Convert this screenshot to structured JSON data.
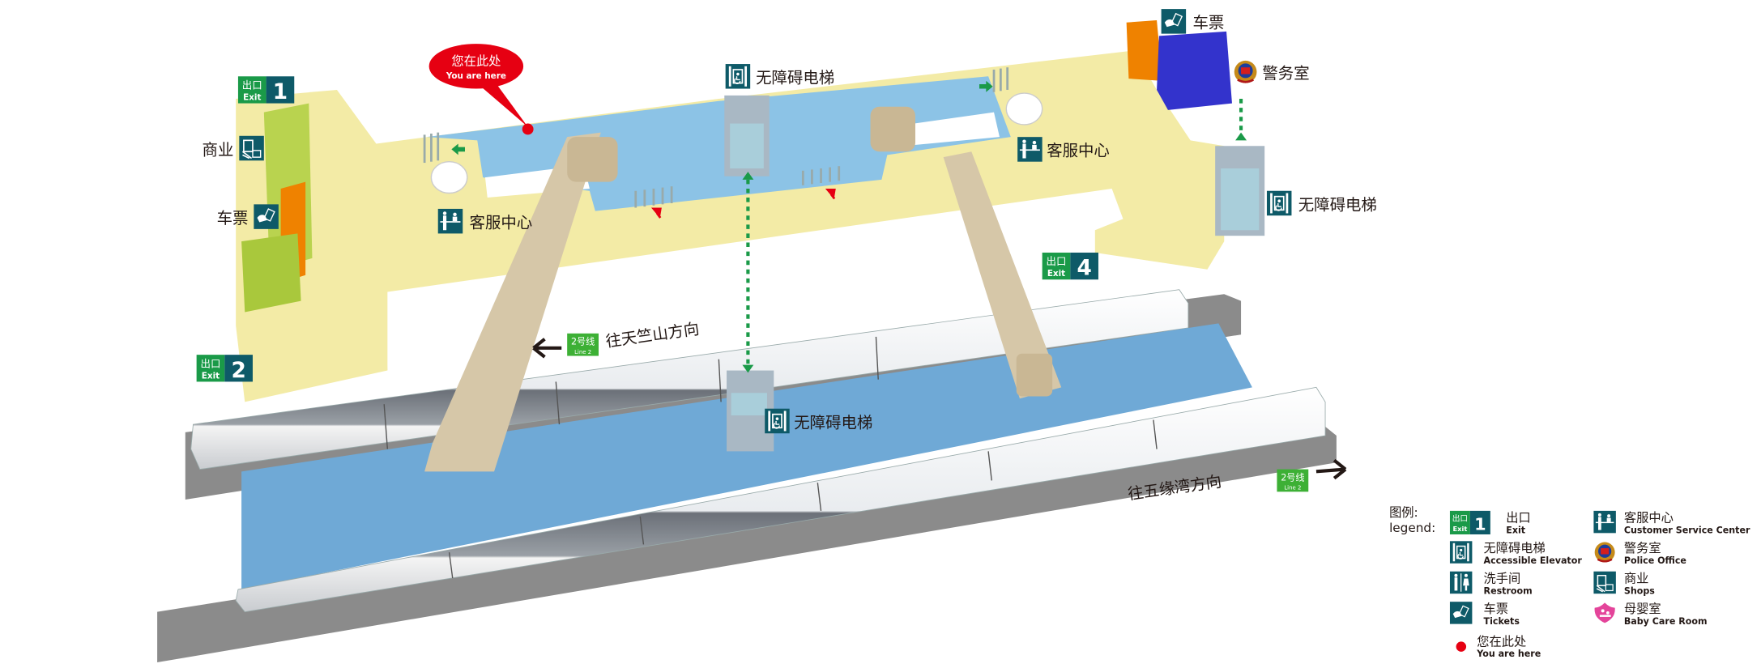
{
  "map": {
    "you_are_here": {
      "zh": "您在此处",
      "en": "You are here"
    },
    "exits": [
      {
        "zh": "出口",
        "en": "Exit",
        "number": "1"
      },
      {
        "zh": "出口",
        "en": "Exit",
        "number": "2"
      },
      {
        "zh": "出口",
        "en": "Exit",
        "number": "4"
      }
    ],
    "labels": {
      "shops": "商业",
      "tickets_left": "车票",
      "csc_left": "客服中心",
      "elevator_top": "无障碍电梯",
      "csc_right": "客服中心",
      "tickets_right": "车票",
      "police": "警务室",
      "elevator_right": "无障碍电梯",
      "elevator_platform": "无障碍电梯"
    },
    "directions": [
      {
        "text": "往天竺山方向",
        "line_zh": "2号线",
        "line_en": "Line 2",
        "arrow": "left"
      },
      {
        "text": "往五缘湾方向",
        "line_zh": "2号线",
        "line_en": "Line 2",
        "arrow": "right"
      }
    ]
  },
  "legend": {
    "title_zh": "图例:",
    "title_en": "legend:",
    "items": [
      {
        "icon": "exit-sign",
        "zh": "出口",
        "en": "Exit",
        "sign_zh": "出口",
        "sign_en": "Exit",
        "sign_number": "1"
      },
      {
        "icon": "accessible-elevator-icon",
        "zh": "无障碍电梯",
        "en": "Accessible Elevator"
      },
      {
        "icon": "restroom-icon",
        "zh": "洗手间",
        "en": "Restroom"
      },
      {
        "icon": "tickets-icon",
        "zh": "车票",
        "en": "Tickets"
      },
      {
        "icon": "red-dot",
        "zh": "您在此处",
        "en": "You are here"
      },
      {
        "icon": "customer-service-icon",
        "zh": "客服中心",
        "en": "Customer Service Center"
      },
      {
        "icon": "police-badge-icon",
        "zh": "警务室",
        "en": "Police Office"
      },
      {
        "icon": "shops-icon",
        "zh": "商业",
        "en": "Shops"
      },
      {
        "icon": "baby-care-icon",
        "zh": "母婴室",
        "en": "Baby Care Room"
      }
    ]
  },
  "colors": {
    "concourse": "#f3eba6",
    "paid_area": "#8cc3e6",
    "platform": "#6fa9d6",
    "sign_teal": "#0e5a68",
    "exit_green": "#1a9a48",
    "line2_green": "#3db035",
    "you_are_here_red": "#e60012",
    "shops_block": "#b9d34f",
    "ticket_block": "#ef8200",
    "police_block": "#3333cc"
  }
}
